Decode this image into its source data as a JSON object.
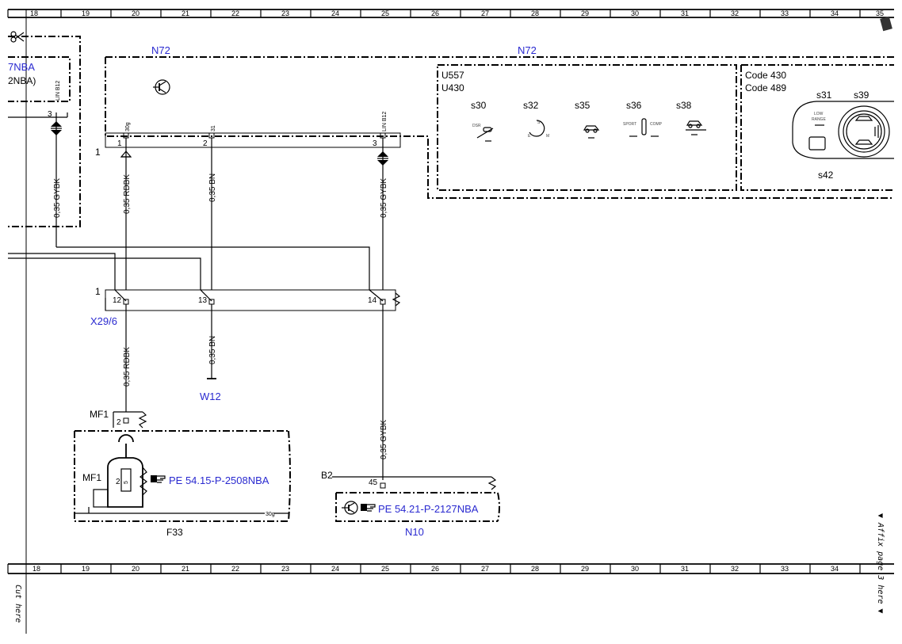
{
  "grid": {
    "columns": [
      "18",
      "19",
      "20",
      "21",
      "22",
      "23",
      "24",
      "25",
      "26",
      "27",
      "28",
      "29",
      "30",
      "31",
      "32",
      "33",
      "34",
      "35"
    ]
  },
  "components": {
    "n72_left_label": "N72",
    "n72_right_label": "N72",
    "nba_top": "7NBA",
    "nba_bottom": "2NBA)",
    "u557": "U557",
    "u430": "U430",
    "code430": "Code 430",
    "code489": "Code 489",
    "x29_label": "X29/6",
    "w12_label": "W12",
    "f33_label": "F33",
    "n10_label": "N10",
    "mf1_top": "MF1",
    "mf1_mid": "MF1",
    "b2_label": "B2",
    "ref_pe1": "PE 54.15-P-2508NBA",
    "ref_pe2": "PE 54.21-P-2127NBA"
  },
  "switches": {
    "s30": "s30",
    "s32": "s32",
    "s35": "s35",
    "s36": "s36",
    "s38": "s38",
    "s31": "s31",
    "s39": "s39",
    "s42": "s42",
    "dsr": "DSR",
    "sport": "SPORT",
    "comp": "COMP",
    "low": "LOW",
    "range": "RANGE",
    "s_letter": "S",
    "e_letter": "E",
    "m_letter": "M"
  },
  "pins": {
    "p1": "1",
    "p2": "2",
    "p3": "3",
    "p3_left": "3",
    "p12": "12",
    "p13": "13",
    "p14": "14",
    "p45": "45",
    "p2_mf1": "2",
    "p30g": "30g",
    "p31": "31",
    "linb12": "LIN B12",
    "linb12_left": "LIN B12",
    "conn1_top": "1",
    "conn1_x29": "1",
    "p30g_f33": "30g",
    "fuse_inner": "5",
    "fuse_two": "2"
  },
  "wires": {
    "w_left_gybk": "0,35 GYBK",
    "w_rdbk_top": "0,35 RDBK",
    "w_bn_top": "0,35 BN",
    "w_gybk_top": "0,35 GYBK",
    "w_rdbk_bot": "0,35 RDBK",
    "w_bn_bot": "0,35 BN",
    "w_gybk_bot": "0,35 GYBK"
  },
  "margin": {
    "cut_here": "Cut here",
    "affix": "▼ Affix page 3 here ▼"
  }
}
